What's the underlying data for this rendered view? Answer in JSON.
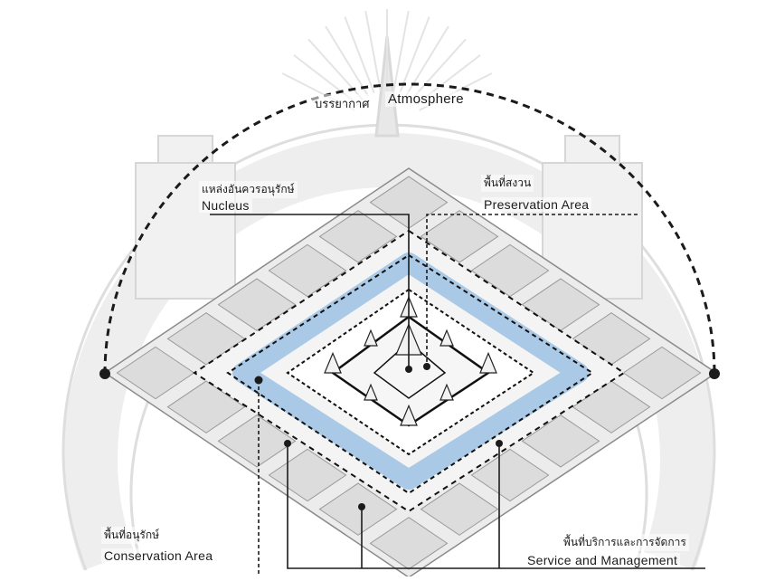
{
  "diagram": {
    "atmosphere": {
      "thai": "บรรยากาศ",
      "english": "Atmosphere"
    },
    "nucleus": {
      "thai": "แหล่งอันควรอนุรักษ์",
      "english": "Nucleus"
    },
    "preservation": {
      "thai": "พื้นที่สงวน",
      "english": "Preservation Area"
    },
    "conservation": {
      "thai": "พื้นที่อนุรักษ์",
      "english": "Conservation Area"
    },
    "service": {
      "thai": "พื้นที่บริการและการจัดการ",
      "english": "Service and Management"
    }
  },
  "watermark": {
    "name": "university-seal",
    "color": "#d9d9d9"
  },
  "colors": {
    "moat": "#a9c9e6",
    "ink": "#1b1b1b",
    "ground": "#ececec"
  }
}
